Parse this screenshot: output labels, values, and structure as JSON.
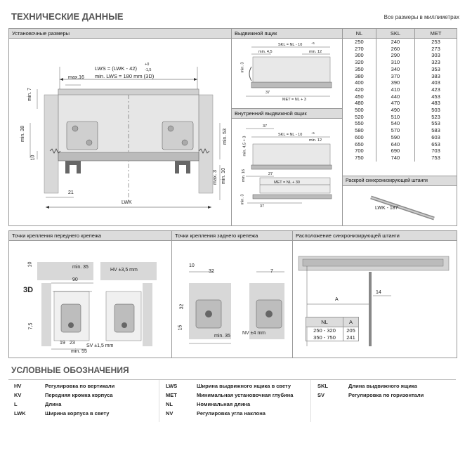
{
  "header": {
    "title": "ТЕХНИЧЕСКИЕ ДАННЫЕ",
    "units_note": "Все размеры в миллиметрах"
  },
  "panels": {
    "installation": {
      "title": "Установочные размеры",
      "labels": {
        "lws_formula": "LWS = (LWK - 42)",
        "lws_tol_top": "+0",
        "lws_tol_bottom": "-1,5",
        "min_lws": "min. LWS = 180 mm (3D)",
        "max16": "max.16",
        "min7": "min. 7",
        "min38": "min. 38",
        "d10": "10",
        "min53": "min. 53",
        "max3": "max. 3",
        "min10": "min. 10",
        "d21": "21",
        "lwk": "LWK"
      }
    },
    "drawer": {
      "title": "Выдвижной ящик",
      "labels": {
        "skl": "SKL = NL - 10",
        "skl_tol": "+1",
        "min45": "min. 4,5",
        "min12": "min. 12",
        "min3": "min. 3",
        "d37": "37",
        "met": "MET = NL + 3"
      }
    },
    "inner_drawer": {
      "title": "Внутренний выдвижной ящик",
      "labels": {
        "d37": "37",
        "skl": "SKL = NL - 10",
        "skl_tol": "+1",
        "min45": "min. 4,5 + 3",
        "min12": "min. 12",
        "min16": "min. 16",
        "d27": "27",
        "met": "MET = NL + 30",
        "min3": "min. 3",
        "d37b": "37"
      }
    },
    "sync_rod": {
      "title": "Раскрой синхронизирующей штанги",
      "label": "LWK - 187"
    },
    "front_points": {
      "title": "Точки крепления переднего крепежа",
      "labels": {
        "d10": "10",
        "min35": "min. 35",
        "hv": "HV ±3,5 mm",
        "d3d": "3D",
        "d90": "90",
        "d75": "7,5",
        "d19": "19",
        "d23": "23",
        "sv": "SV ±1,5 mm",
        "min55": "min. 55"
      }
    },
    "rear_points": {
      "title": "Точки крепления заднего крепежа",
      "labels": {
        "d10": "10",
        "d32": "32",
        "d7": "7",
        "d32b": "32",
        "d15": "15",
        "min35": "min. 35",
        "nv": "NV ±4 mm"
      }
    },
    "sync_position": {
      "title": "Расположение синхронизирующей штанги",
      "labels": {
        "a": "A",
        "d14": "14"
      },
      "table": {
        "headers": [
          "NL",
          "A"
        ],
        "rows": [
          [
            "250 - 320",
            "205"
          ],
          [
            "350 - 750",
            "241"
          ]
        ]
      }
    }
  },
  "size_table": {
    "headers": [
      "NL",
      "SKL",
      "MET"
    ],
    "rows": [
      [
        "250",
        "240",
        "253"
      ],
      [
        "270",
        "260",
        "273"
      ],
      [
        "300",
        "290",
        "303"
      ],
      [
        "320",
        "310",
        "323"
      ],
      [
        "350",
        "340",
        "353"
      ],
      [
        "380",
        "370",
        "383"
      ],
      [
        "400",
        "390",
        "403"
      ],
      [
        "420",
        "410",
        "423"
      ],
      [
        "450",
        "440",
        "453"
      ],
      [
        "480",
        "470",
        "483"
      ],
      [
        "500",
        "490",
        "503"
      ],
      [
        "520",
        "510",
        "523"
      ],
      [
        "550",
        "540",
        "553"
      ],
      [
        "580",
        "570",
        "583"
      ],
      [
        "600",
        "590",
        "603"
      ],
      [
        "650",
        "640",
        "653"
      ],
      [
        "700",
        "690",
        "703"
      ],
      [
        "750",
        "740",
        "753"
      ]
    ]
  },
  "legend": {
    "title": "УСЛОВНЫЕ ОБОЗНАЧЕНИЯ",
    "col1": [
      {
        "key": "HV",
        "value": "Регулировка по вертикали"
      },
      {
        "key": "KV",
        "value": "Передняя кромка корпуса"
      },
      {
        "key": "L",
        "value": "Длина"
      },
      {
        "key": "LWK",
        "value": "Ширина корпуса в свету"
      }
    ],
    "col2": [
      {
        "key": "LWS",
        "value": "Ширина выдвижного ящика в свету"
      },
      {
        "key": "MET",
        "value": "Минимальная установочная глубина"
      },
      {
        "key": "NL",
        "value": "Номинальная длина"
      },
      {
        "key": "NV",
        "value": "Регулировка угла наклона"
      }
    ],
    "col3": [
      {
        "key": "SKL",
        "value": "Длина выдвижного ящика"
      },
      {
        "key": "SV",
        "value": "Регулировка по горизонтали"
      }
    ]
  }
}
